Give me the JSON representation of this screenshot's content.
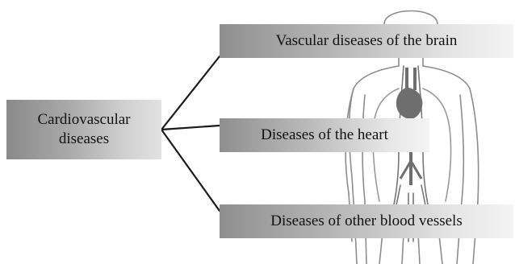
{
  "diagram": {
    "root": {
      "line1": "Cardiovascular",
      "line2": "diseases"
    },
    "branches": [
      {
        "label": "Vascular diseases of the brain"
      },
      {
        "label": "Diseases of the heart"
      },
      {
        "label": "Diseases of other blood vessels"
      }
    ]
  },
  "colors": {
    "connector": "#1a1a1a",
    "figure_outline": "#8c8c8c",
    "organ_fill": "#6e6e6e"
  }
}
